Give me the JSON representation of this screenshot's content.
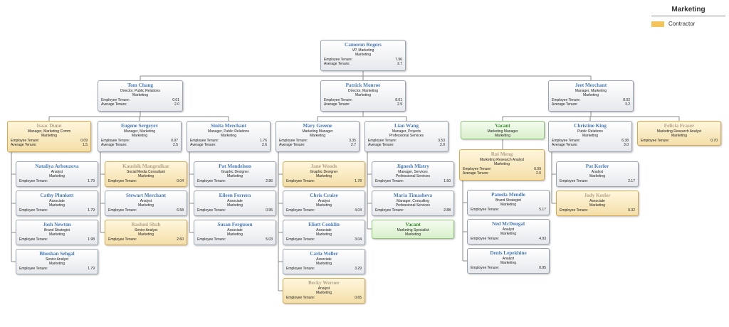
{
  "legend": {
    "title": "Marketing",
    "contractor_label": "Contractor",
    "contractor_color": "#f4c55a"
  },
  "labels": {
    "employee_tenure": "Employee Tenure:",
    "average_tenure": "Average Tenure:"
  },
  "colors": {
    "link": "#4a7cb8",
    "vacant": "#3a8a2e",
    "contractor_bg": "#f4dfa9",
    "line": "#8a8a8a"
  },
  "nodes": {
    "cameron": {
      "name": "Cameron Rogers",
      "title": "VP, Marketing",
      "dept": "Marketing",
      "employee_tenure": "7.96",
      "average_tenure": "2.7"
    },
    "tom": {
      "name": "Tom Chang",
      "title": "Director, Public Relations",
      "dept": "Marketing",
      "employee_tenure": "0.01",
      "average_tenure": "2.0"
    },
    "patrick": {
      "name": "Patrick Monroe",
      "title": "Director, Marketing",
      "dept": "Marketing",
      "employee_tenure": "8.01",
      "average_tenure": "2.9"
    },
    "jeet": {
      "name": "Jeet Merchant",
      "title": "Manager, Marketing",
      "dept": "Marketing",
      "employee_tenure": "8.02",
      "average_tenure": "3.2"
    },
    "isaac": {
      "name": "Isaac Dunn",
      "title": "Manager, Marketing Comm",
      "dept": "Marketing",
      "employee_tenure": "0.09",
      "average_tenure": "1.5"
    },
    "eugene": {
      "name": "Eugene Sergeyev",
      "title": "Manager, Marketing",
      "dept": "Marketing",
      "employee_tenure": "0.97",
      "average_tenure": "2.5"
    },
    "sinita": {
      "name": "Sinita Merchant",
      "title": "Manager, Public Relations",
      "dept": "Marketing",
      "employee_tenure": "1.76",
      "average_tenure": "2.6"
    },
    "mary": {
      "name": "Mary Greene",
      "title": "Marketing Manager",
      "dept": "Marketing",
      "employee_tenure": "3.35",
      "average_tenure": "2.7"
    },
    "lian": {
      "name": "Lian Wang",
      "title": "Manager, Projects",
      "dept": "Professional Services",
      "employee_tenure": "3.53",
      "average_tenure": "2.0"
    },
    "vacant1": {
      "name": "Vacant",
      "title": "Marketing Manager",
      "dept": "Marketing"
    },
    "christine": {
      "name": "Christine King",
      "title": "Public Relations",
      "dept": "Marketing",
      "employee_tenure": "6.38",
      "average_tenure": "3.0"
    },
    "felicia": {
      "name": "Felicia Fraser",
      "title": "Marketing Research Analyst",
      "dept": "Marketing",
      "employee_tenure": "0.70"
    },
    "nataliya": {
      "name": "Nataliya Arbouzova",
      "title": "Analyst",
      "dept": "Marketing",
      "employee_tenure": "1.79"
    },
    "cathy": {
      "name": "Cathy Plunkett",
      "title": "Associate",
      "dept": "Marketing",
      "employee_tenure": "1.79"
    },
    "josh": {
      "name": "Josh Newton",
      "title": "Brand Strategist",
      "dept": "Marketing",
      "employee_tenure": "1.98"
    },
    "bhushan": {
      "name": "Bhushan Sehgal",
      "title": "Senior Analyst",
      "dept": "Marketing",
      "employee_tenure": "1.79"
    },
    "kaushik": {
      "name": "Kaushik Mangrulkar",
      "title": "Social Media Consultant",
      "dept": "Marketing",
      "employee_tenure": "0.04"
    },
    "stewart": {
      "name": "Stewart Merchant",
      "title": "Analyst",
      "dept": "Marketing",
      "employee_tenure": "6.58"
    },
    "rashmi": {
      "name": "Rashmi Shah",
      "title": "Senior Analyst",
      "dept": "Marketing",
      "employee_tenure": "2.60"
    },
    "pat1": {
      "name": "Pat Mendelson",
      "title": "Graphic Designer",
      "dept": "Marketing",
      "employee_tenure": "2.86"
    },
    "eileen": {
      "name": "Eileen Ferrera",
      "title": "Associate",
      "dept": "Marketing",
      "employee_tenure": "0.95"
    },
    "susan": {
      "name": "Susan Ferguson",
      "title": "Associate",
      "dept": "Marketing",
      "employee_tenure": "5.03"
    },
    "jane": {
      "name": "Jane Woods",
      "title": "Graphic Designer",
      "dept": "Marketing",
      "employee_tenure": "1.78"
    },
    "chris": {
      "name": "Chris Cruise",
      "title": "Analyst",
      "dept": "Marketing",
      "employee_tenure": "4.04"
    },
    "eliott": {
      "name": "Eliott Conklin",
      "title": "Associate",
      "dept": "Marketing",
      "employee_tenure": "3.04"
    },
    "carla": {
      "name": "Carla Weller",
      "title": "Associate",
      "dept": "Marketing",
      "employee_tenure": "3.29"
    },
    "becky": {
      "name": "Becky Werner",
      "title": "Analyst",
      "dept": "Marketing",
      "employee_tenure": "0.65"
    },
    "jignesh": {
      "name": "Jignesh Mistry",
      "title": "Manager, Services",
      "dept": "Professional Services",
      "employee_tenure": "1.50"
    },
    "maria": {
      "name": "Maria Timasheva",
      "title": "Manager, Consulting",
      "dept": "Professional Services",
      "employee_tenure": "2.88"
    },
    "vacant2": {
      "name": "Vacant",
      "title": "Marketing Specialist",
      "dept": "Marketing"
    },
    "rui": {
      "name": "Rui Meng",
      "title": "Marketing Research Analyst",
      "dept": "Marketing",
      "employee_tenure": "0.09",
      "average_tenure": "2.0"
    },
    "pamela": {
      "name": "Pamela Mendle",
      "title": "Brand Strategist",
      "dept": "Marketing",
      "employee_tenure": "5.17"
    },
    "ned": {
      "name": "Ned McDougal",
      "title": "Analyst",
      "dept": "Marketing",
      "employee_tenure": "4.93"
    },
    "denis": {
      "name": "Denis Lepekhine",
      "title": "Analyst",
      "dept": "Marketing",
      "employee_tenure": "0.95"
    },
    "pat2": {
      "name": "Pat Kerler",
      "title": "Analyst",
      "dept": "Marketing",
      "employee_tenure": "2.17"
    },
    "jody": {
      "name": "Jody Kerler",
      "title": "Associate",
      "dept": "Marketing",
      "employee_tenure": "0.32"
    }
  }
}
